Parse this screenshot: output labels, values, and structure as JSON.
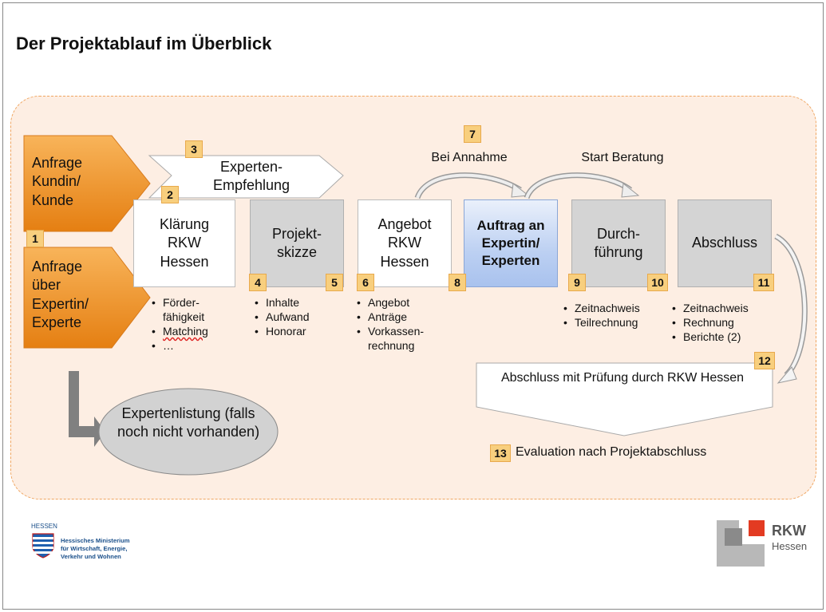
{
  "title": "Der Projektablauf im Überblick",
  "colors": {
    "orange": "#f29a2e",
    "panel": "#fdeee3",
    "badge": "#f8cf7e",
    "blue": "#bcd0f2",
    "grey": "#d4d4d4"
  },
  "anfrage_kunde": "Anfrage Kundin/ Kunde",
  "anfrage_experte": "Anfrage über Expertin/ Experte",
  "empfehlung": "Experten-\nEmpfehlung",
  "bei_annahme": "Bei Annahme",
  "start_beratung": "Start Beratung",
  "boxes": {
    "klaerung": "Klärung RKW Hessen",
    "skizze": "Projekt-\nskizze",
    "angebot": "Angebot RKW Hessen",
    "auftrag": "Auftrag an Expertin/ Experten",
    "durchfuehrung": "Durch-\nführung",
    "abschluss": "Abschluss"
  },
  "badges": [
    "1",
    "2",
    "3",
    "4",
    "5",
    "6",
    "7",
    "8",
    "9",
    "10",
    "11",
    "12",
    "13"
  ],
  "lists": {
    "klaerung": [
      "Förder-\nfähigkeit",
      "Matching",
      "…"
    ],
    "skizze": [
      "Inhalte",
      "Aufwand",
      "Honorar"
    ],
    "angebot": [
      "Angebot",
      "Anträge",
      "Vorkassen-\nrechnung"
    ],
    "durchfuehrung": [
      "Zeitnachweis",
      "Teilrechnung"
    ],
    "abschluss": [
      "Zeitnachweis",
      "Rechnung",
      "Berichte (2)"
    ]
  },
  "pruefung": "Abschluss mit Prüfung durch RKW Hessen",
  "evaluation": "Evaluation nach Projektabschluss",
  "expertenlistung": "Expertenlistung (falls noch nicht vorhanden)",
  "logos": {
    "hessen_tag": "HESSEN",
    "ministerium": "Hessisches Ministerium\nfür Wirtschaft, Energie,\nVerkehr und Wohnen",
    "rkw_name": "RKW",
    "rkw_sub": "Hessen"
  }
}
